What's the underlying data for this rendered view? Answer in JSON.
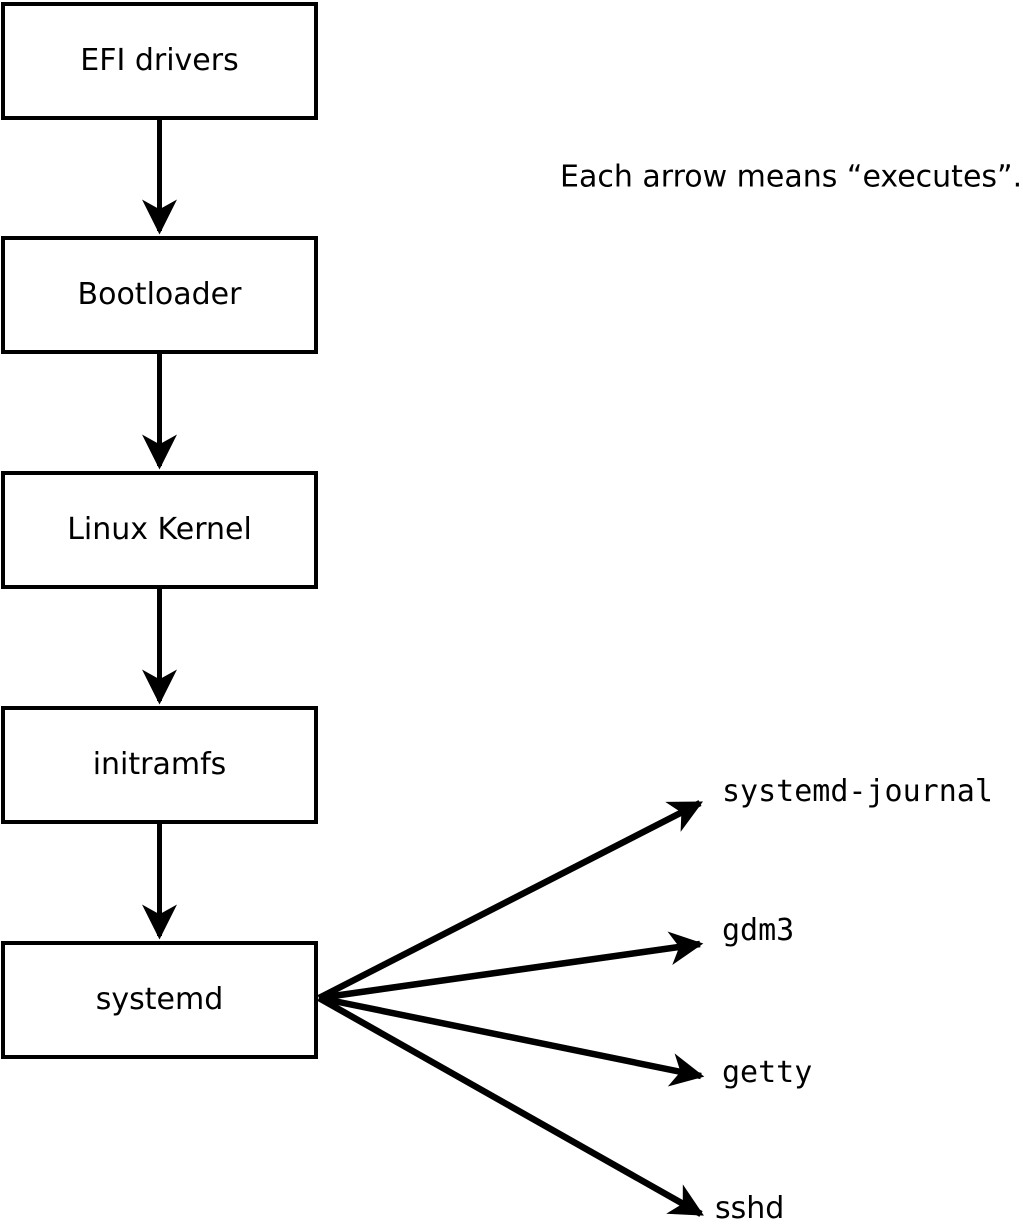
{
  "note": "Each arrow means “executes”.",
  "chain": [
    {
      "label": "EFI drivers"
    },
    {
      "label": "Bootloader"
    },
    {
      "label": "Linux Kernel"
    },
    {
      "label": "initramfs"
    },
    {
      "label": "systemd"
    }
  ],
  "spawned": [
    {
      "label": "systemd-journal"
    },
    {
      "label": "gdm3"
    },
    {
      "label": "getty"
    },
    {
      "label": "sshd"
    }
  ],
  "colors": {
    "line": "#000000",
    "text": "#000000",
    "box_fill": "#ffffff",
    "background": "#ffffff"
  }
}
